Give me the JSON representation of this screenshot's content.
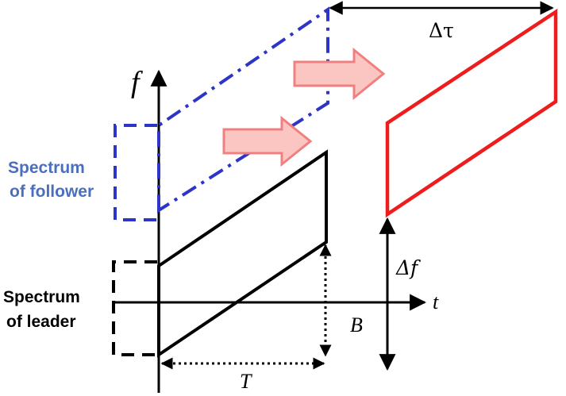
{
  "labels": {
    "f_axis": "f",
    "t_axis": "t",
    "delta_tau": "Δτ",
    "delta_f": "Δf",
    "bandwidth": "B",
    "period": "T",
    "follower_line1": "Spectrum",
    "follower_line2": "of follower",
    "leader_line1": "Spectrum",
    "leader_line2": "of leader"
  },
  "colors": {
    "follower": "#2d35c9",
    "follower_text": "#4a6fbf",
    "shifted": "#ee1c1c",
    "arrow_fill": "#fbc6c2",
    "arrow_stroke": "#f08080",
    "leader": "#000000"
  },
  "icons": {
    "shift_arrows": "hollow-right-arrow"
  }
}
